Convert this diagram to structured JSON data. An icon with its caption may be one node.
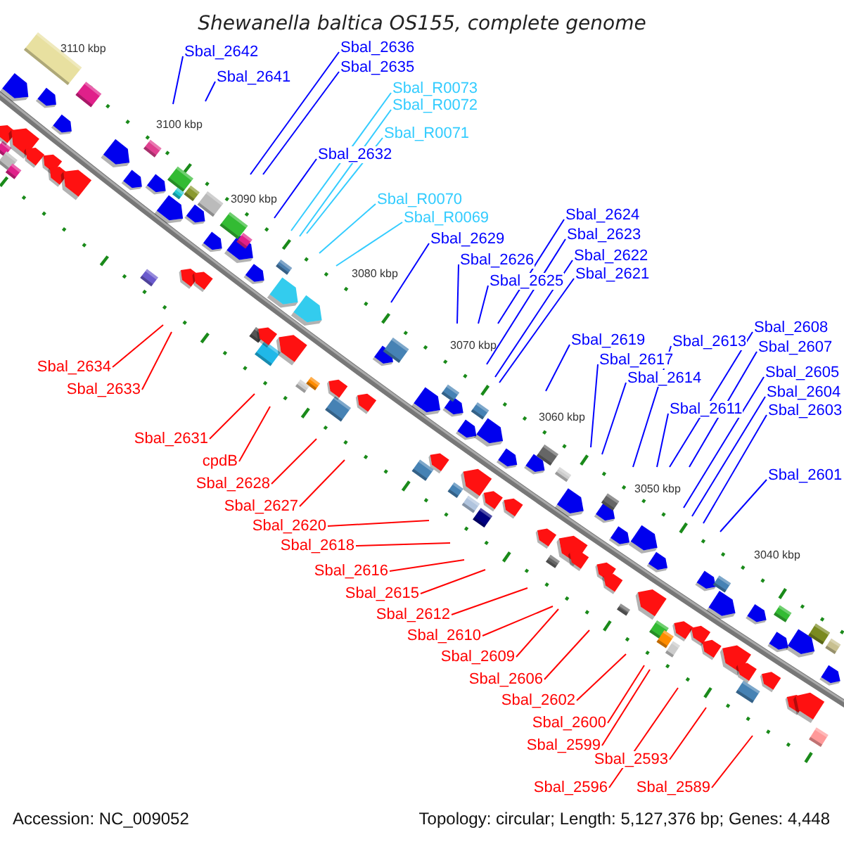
{
  "diagram": {
    "title": "Shewanella baltica OS155, complete genome",
    "nodes": [
      {
        "text": [
          "Sbal_2642"
        ]
      },
      {
        "text": [
          "Sbal_2641"
        ]
      },
      {
        "text": [
          "Sbal_2636"
        ]
      },
      {
        "text": [
          "Sbal_2635"
        ]
      },
      {
        "text": [
          "Sbal_R0073"
        ]
      },
      {
        "text": [
          "Sbal_R0072"
        ]
      },
      {
        "text": [
          "Sbal_R0071"
        ]
      },
      {
        "text": [
          "Sbal_2632"
        ]
      },
      {
        "text": [
          "Sbal_R0070"
        ]
      },
      {
        "text": [
          "Sbal_R0069"
        ]
      },
      {
        "text": [
          "Sbal_2624"
        ]
      },
      {
        "text": [
          "Sbal_2629"
        ]
      },
      {
        "text": [
          "Sbal_2623"
        ]
      },
      {
        "text": [
          "Sbal_2622"
        ]
      },
      {
        "text": [
          "Sbal_2626"
        ]
      },
      {
        "text": [
          "Sbal_2621"
        ]
      },
      {
        "text": [
          "Sbal_2625"
        ]
      },
      {
        "text": [
          "Sbal_2608"
        ]
      },
      {
        "text": [
          "Sbal_2619"
        ]
      },
      {
        "text": [
          "Sbal_2613"
        ]
      },
      {
        "text": [
          "Sbal_2607"
        ]
      },
      {
        "text": [
          "Sbal_2617"
        ]
      },
      {
        "text": [
          "Sbal_2634"
        ]
      },
      {
        "text": [
          "Sbal_2605"
        ]
      },
      {
        "text": [
          "Sbal_2614"
        ]
      },
      {
        "text": [
          "Sbal_2604"
        ]
      },
      {
        "text": [
          "Sbal_2633"
        ]
      },
      {
        "text": [
          "Sbal_2611"
        ]
      },
      {
        "text": [
          "Sbal_2603"
        ]
      },
      {
        "text": [
          "Sbal_2631"
        ]
      },
      {
        "text": [
          "cpdB"
        ]
      },
      {
        "text": [
          "Sbal_2601"
        ]
      },
      {
        "text": [
          "Sbal_2628"
        ]
      },
      {
        "text": [
          "Sbal_2627"
        ]
      },
      {
        "text": [
          "Sbal_2620"
        ]
      },
      {
        "text": [
          "Sbal_2618"
        ]
      },
      {
        "text": [
          "Sbal_2616"
        ]
      },
      {
        "text": [
          "Sbal_2615"
        ]
      },
      {
        "text": [
          "Sbal_2612"
        ]
      },
      {
        "text": [
          "Sbal_2610"
        ]
      },
      {
        "text": [
          "Sbal_2609"
        ]
      },
      {
        "text": [
          "Sbal_2606"
        ]
      },
      {
        "text": [
          "Sbal_2602"
        ]
      },
      {
        "text": [
          "Sbal_2600"
        ]
      },
      {
        "text": [
          "Sbal_2599"
        ]
      },
      {
        "text": [
          "Sbal_2593"
        ]
      },
      {
        "text": [
          "Sbal_2596"
        ]
      },
      {
        "text": [
          "Sbal_2589"
        ]
      }
    ],
    "edges": [
      {
        "from": 0,
        "to": null,
        "arrow": "none"
      },
      {
        "from": 1,
        "to": null,
        "arrow": "none"
      },
      {
        "from": 2,
        "to": null,
        "arrow": "none"
      },
      {
        "from": 3,
        "to": null,
        "arrow": "none"
      },
      {
        "from": 4,
        "to": null,
        "arrow": "none",
        "color": "#33ccff"
      },
      {
        "from": 5,
        "to": null,
        "arrow": "none",
        "color": "#33ccff"
      },
      {
        "from": 6,
        "to": null,
        "arrow": "none",
        "color": "#33ccff"
      },
      {
        "from": 7,
        "to": null,
        "arrow": "none"
      },
      {
        "from": 8,
        "to": null,
        "arrow": "none",
        "color": "#33ccff"
      },
      {
        "from": 9,
        "to": null,
        "arrow": "none",
        "color": "#33ccff"
      },
      {
        "from": 10,
        "to": null,
        "arrow": "none"
      },
      {
        "from": 11,
        "to": null,
        "arrow": "none"
      },
      {
        "from": 12,
        "to": null,
        "arrow": "none"
      },
      {
        "from": 13,
        "to": null,
        "arrow": "none"
      },
      {
        "from": 14,
        "to": null,
        "arrow": "none"
      },
      {
        "from": 15,
        "to": null,
        "arrow": "none"
      },
      {
        "from": 16,
        "to": null,
        "arrow": "none"
      },
      {
        "from": 17,
        "to": null,
        "arrow": "none"
      },
      {
        "from": 18,
        "to": null,
        "arrow": "none"
      },
      {
        "from": 19,
        "to": null,
        "arrow": "none"
      },
      {
        "from": 20,
        "to": null,
        "arrow": "none"
      },
      {
        "from": 21,
        "to": null,
        "arrow": "none"
      },
      {
        "from": 22,
        "to": null,
        "arrow": "none",
        "color": "#ff0000"
      },
      {
        "from": 23,
        "to": null,
        "arrow": "none"
      },
      {
        "from": 24,
        "to": null,
        "arrow": "none"
      },
      {
        "from": 25,
        "to": null,
        "arrow": "none"
      },
      {
        "from": 26,
        "to": null,
        "arrow": "none",
        "color": "#ff0000"
      },
      {
        "from": 27,
        "to": null,
        "arrow": "none"
      },
      {
        "from": 28,
        "to": null,
        "arrow": "none"
      },
      {
        "from": 29,
        "to": null,
        "arrow": "none",
        "color": "#ff0000"
      },
      {
        "from": 30,
        "to": null,
        "arrow": "none",
        "color": "#ff0000"
      },
      {
        "from": 31,
        "to": null,
        "arrow": "none"
      },
      {
        "from": 32,
        "to": null,
        "arrow": "none",
        "color": "#ff0000"
      },
      {
        "from": 33,
        "to": null,
        "arrow": "none",
        "color": "#ff0000"
      },
      {
        "from": 34,
        "to": null,
        "arrow": "none",
        "color": "#ff0000"
      },
      {
        "from": 35,
        "to": null,
        "arrow": "none",
        "color": "#ff0000"
      },
      {
        "from": 36,
        "to": null,
        "arrow": "none",
        "color": "#ff0000"
      },
      {
        "from": 37,
        "to": null,
        "arrow": "none",
        "color": "#ff0000"
      },
      {
        "from": 38,
        "to": null,
        "arrow": "none",
        "color": "#ff0000"
      },
      {
        "from": 39,
        "to": null,
        "arrow": "none",
        "color": "#ff0000"
      },
      {
        "from": 40,
        "to": null,
        "arrow": "none",
        "color": "#ff0000"
      },
      {
        "from": 41,
        "to": null,
        "arrow": "none",
        "color": "#ff0000"
      },
      {
        "from": 42,
        "to": null,
        "arrow": "none",
        "color": "#ff0000"
      },
      {
        "from": 43,
        "to": null,
        "arrow": "none",
        "color": "#ff0000"
      },
      {
        "from": 44,
        "to": null,
        "arrow": "none",
        "color": "#ff0000"
      },
      {
        "from": 45,
        "to": null,
        "arrow": "none",
        "color": "#ff0000"
      },
      {
        "from": 46,
        "to": null,
        "arrow": "none",
        "color": "#ff0000"
      },
      {
        "from": 47,
        "to": null,
        "arrow": "none",
        "color": "#ff0000"
      }
    ],
    "labels": [
      "3110 kbp",
      "3100 kbp",
      "3090 kbp",
      "3080 kbp",
      "3070 kbp",
      "3060 kbp",
      "3050 kbp",
      "3040 kbp",
      "Accession: NC_009052",
      "Topology: circular; Length: 5,127,376 bp; Genes: 4,448"
    ]
  }
}
